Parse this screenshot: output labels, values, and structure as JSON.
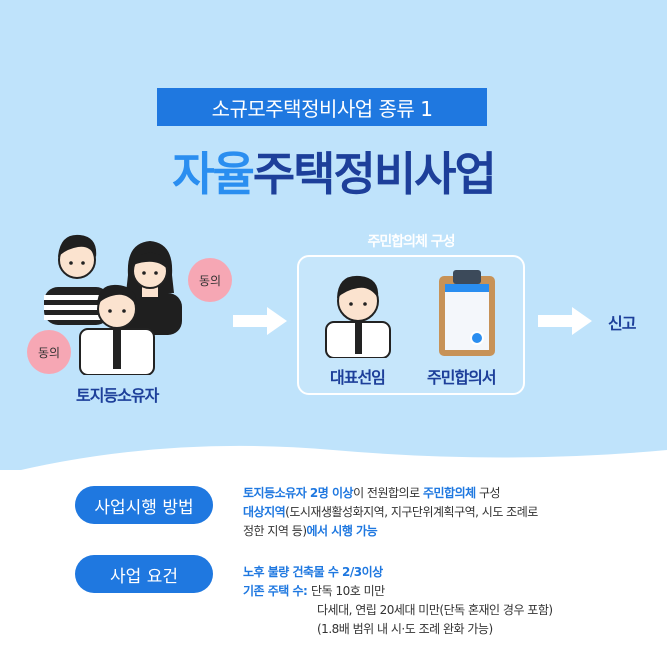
{
  "banner": "소규모주택정비사업 종류 1",
  "title": {
    "part1": "자율",
    "part2": "주택정비사업"
  },
  "diagram": {
    "agree1": "동의",
    "agree2": "동의",
    "owners_label": "토지등소유자",
    "group_title": "주민합의체 구성",
    "rep_label": "대표선임",
    "agreement_label": "주민합의서",
    "report_label": "신고"
  },
  "method": {
    "pill": "사업시행 방법",
    "l1_hl1": "토지등소유자 2명 이상",
    "l1_t1": "이 전원합의로 ",
    "l1_hl2": "주민합의체",
    "l1_t2": " 구성",
    "l2_hl": "대상지역",
    "l2_t": "(도시재생활성화지역, 지구단위계획구역, 시도 조례로",
    "l3_t": "정한 지역 등)",
    "l3_hl": "에서 시행 가능"
  },
  "requirements": {
    "pill": "사업 요건",
    "l1_hl": "노후 불량 건축물 수 2/3이상",
    "l2_hl": "기존 주택 수: ",
    "l2_t": "단독 10호 미만",
    "l3_t": "다세대, 연립 20세대 미만(단독 혼재인 경우 포함)",
    "l4_t": "(1.8배 범위 내 시·도 조례 완화 가능)"
  },
  "colors": {
    "accent": "#1f78e0",
    "navy": "#1d3f9a",
    "sky": "#bfe3fb",
    "pink": "#f6a7b4"
  }
}
